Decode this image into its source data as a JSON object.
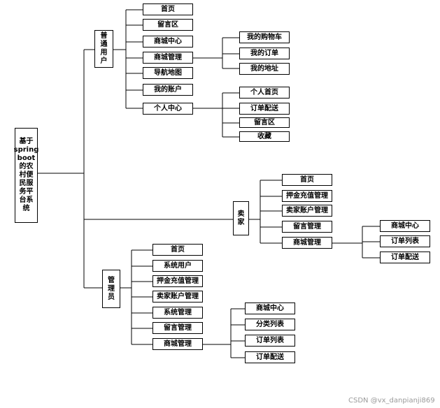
{
  "root": {
    "label": "基于spring boot的农村便民服务平台系统"
  },
  "branches": [
    {
      "label": "普通用户",
      "children": [
        {
          "label": "首页"
        },
        {
          "label": "留言区"
        },
        {
          "label": "商城中心"
        },
        {
          "label": "商城管理",
          "children": [
            "我的购物车",
            "我的订单",
            "我的地址"
          ]
        },
        {
          "label": "导航地图"
        },
        {
          "label": "我的账户"
        },
        {
          "label": "个人中心",
          "children": [
            "个人首页",
            "订单配送",
            "留言区",
            "收藏"
          ]
        }
      ]
    },
    {
      "label": "卖家",
      "children": [
        {
          "label": "首页"
        },
        {
          "label": "押金充值管理"
        },
        {
          "label": "卖家账户管理"
        },
        {
          "label": "留言管理"
        },
        {
          "label": "商城管理",
          "children": [
            "商城中心",
            "订单列表",
            "订单配送"
          ]
        }
      ]
    },
    {
      "label": "管理员",
      "children": [
        {
          "label": "首页"
        },
        {
          "label": "系统用户"
        },
        {
          "label": "押金充值管理"
        },
        {
          "label": "卖家账户管理"
        },
        {
          "label": "系统管理"
        },
        {
          "label": "留言管理"
        },
        {
          "label": "商城管理",
          "children": [
            "商城中心",
            "分类列表",
            "订单列表",
            "订单配送"
          ]
        }
      ]
    }
  ],
  "watermark": "CSDN @vx_danpianji869"
}
